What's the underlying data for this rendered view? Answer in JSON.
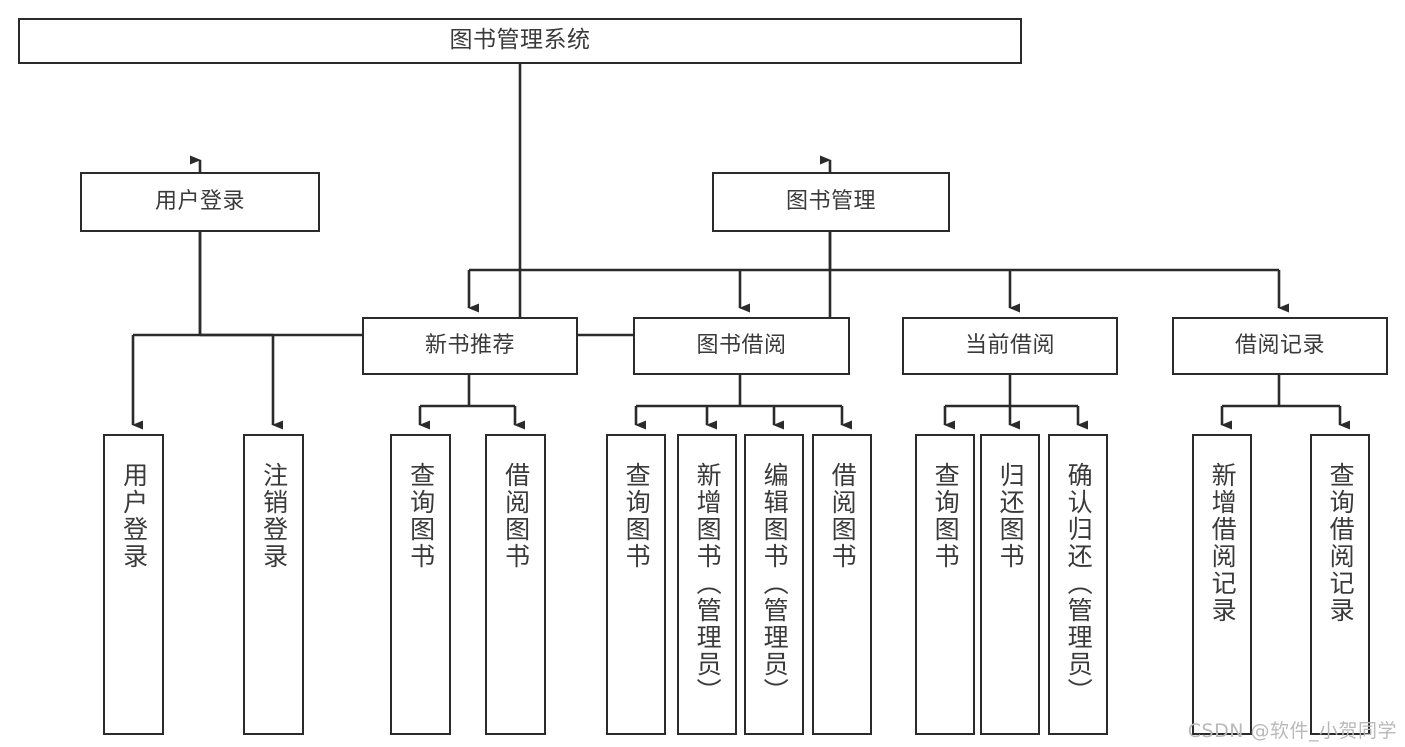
{
  "diagram": {
    "type": "tree-hierarchy",
    "title": "图书管理系统",
    "orientation": "top-down",
    "colors": {
      "box_border": "#2b2b2b",
      "box_fill": "#ffffff",
      "text": "#3a3a3a",
      "edge": "#2b2b2b",
      "watermark": "#b9b9b9",
      "background": "#ffffff"
    },
    "watermark": "CSDN @软件_小贺同学"
  },
  "nodes": {
    "root": {
      "label": "图书管理系统"
    },
    "level2": [
      {
        "id": "user-login",
        "label": "用户登录"
      },
      {
        "id": "book-manage",
        "label": "图书管理"
      }
    ],
    "level3": [
      {
        "id": "new-book-recommend",
        "label": "新书推荐"
      },
      {
        "id": "book-borrow",
        "label": "图书借阅"
      },
      {
        "id": "current-borrow",
        "label": "当前借阅"
      },
      {
        "id": "borrow-record",
        "label": "借阅记录"
      }
    ],
    "leaves": {
      "user_login": [
        {
          "id": "leaf-user-login",
          "label": "用户登录"
        },
        {
          "id": "leaf-user-logout",
          "label": "注销登录"
        }
      ],
      "new_book_recommend": [
        {
          "id": "leaf-query-book-1",
          "label": "查询图书"
        },
        {
          "id": "leaf-borrow-book-1",
          "label": "借阅图书"
        }
      ],
      "book_borrow": [
        {
          "id": "leaf-query-book-2",
          "label": "查询图书"
        },
        {
          "id": "leaf-add-book",
          "label": "新增图书（管理员）"
        },
        {
          "id": "leaf-edit-book",
          "label": "编辑图书（管理员）"
        },
        {
          "id": "leaf-borrow-book-2",
          "label": "借阅图书"
        }
      ],
      "current_borrow": [
        {
          "id": "leaf-query-book-3",
          "label": "查询图书"
        },
        {
          "id": "leaf-return-book",
          "label": "归还图书"
        },
        {
          "id": "leaf-confirm-return",
          "label": "确认归还（管理员）"
        }
      ],
      "borrow_record": [
        {
          "id": "leaf-add-record",
          "label": "新增借阅记录"
        },
        {
          "id": "leaf-query-record",
          "label": "查询借阅记录"
        }
      ]
    }
  }
}
